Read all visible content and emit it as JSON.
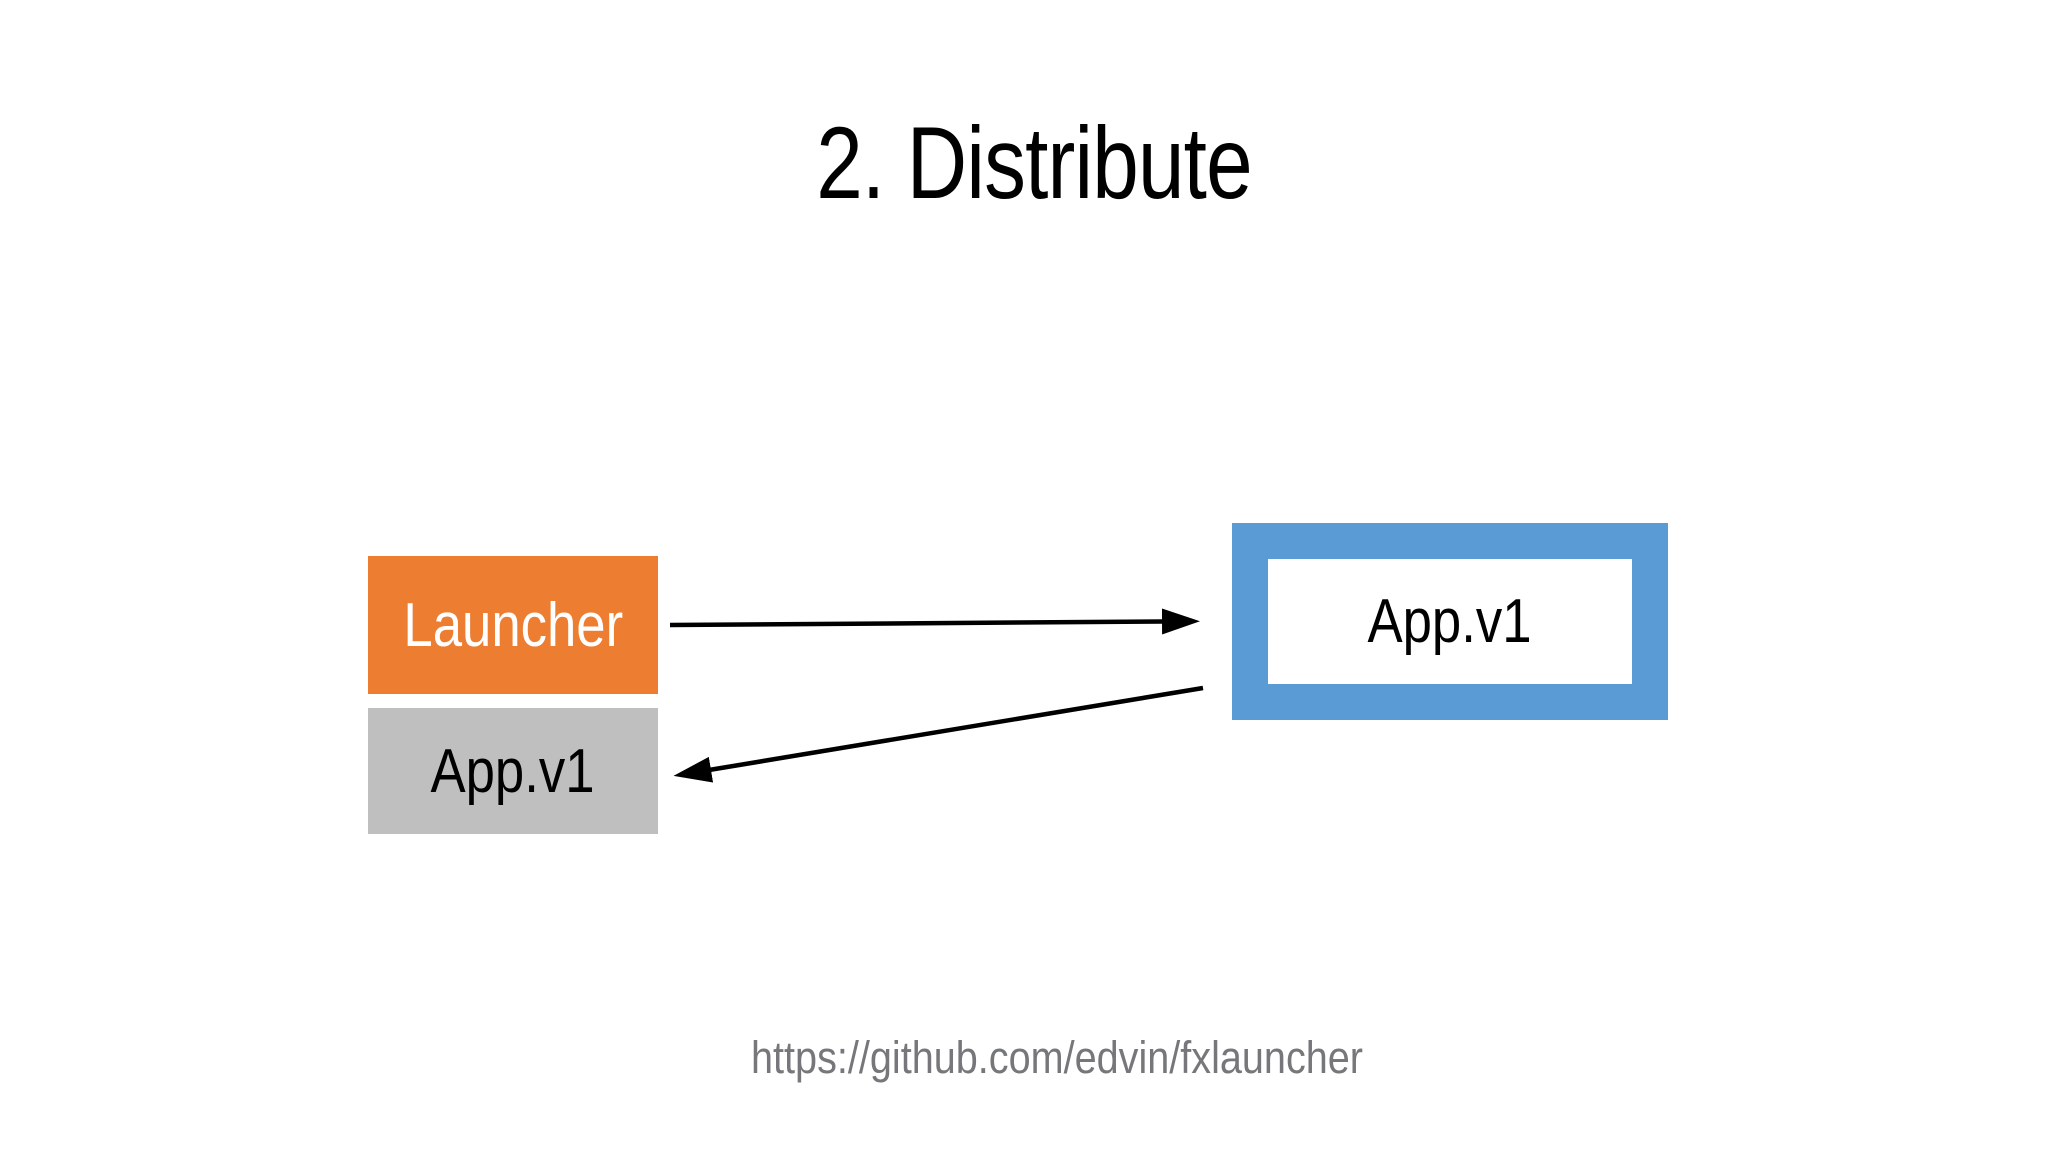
{
  "slide": {
    "title": "2. Distribute",
    "footer_url": "https://github.com/edvin/fxlauncher",
    "background_color": "#ffffff",
    "title_color": "#000000",
    "footer_color": "#76777a"
  },
  "diagram": {
    "launcher_box": {
      "label": "Launcher",
      "fill": "#ed7d31",
      "text_color": "#ffffff"
    },
    "local_app_box": {
      "label": "App.v1",
      "fill": "#bfbfbf",
      "text_color": "#000000"
    },
    "remote_app_box": {
      "label": "App.v1",
      "frame_color": "#5b9bd5",
      "fill": "#ffffff",
      "text_color": "#000000"
    },
    "arrow_color": "#000000",
    "arrows": [
      {
        "id": "launcher-to-remote-app",
        "from": "Launcher",
        "to": "App.v1 (remote)",
        "direction": "right"
      },
      {
        "id": "remote-app-to-local-app",
        "from": "App.v1 (remote)",
        "to": "App.v1 (local)",
        "direction": "left"
      }
    ]
  }
}
